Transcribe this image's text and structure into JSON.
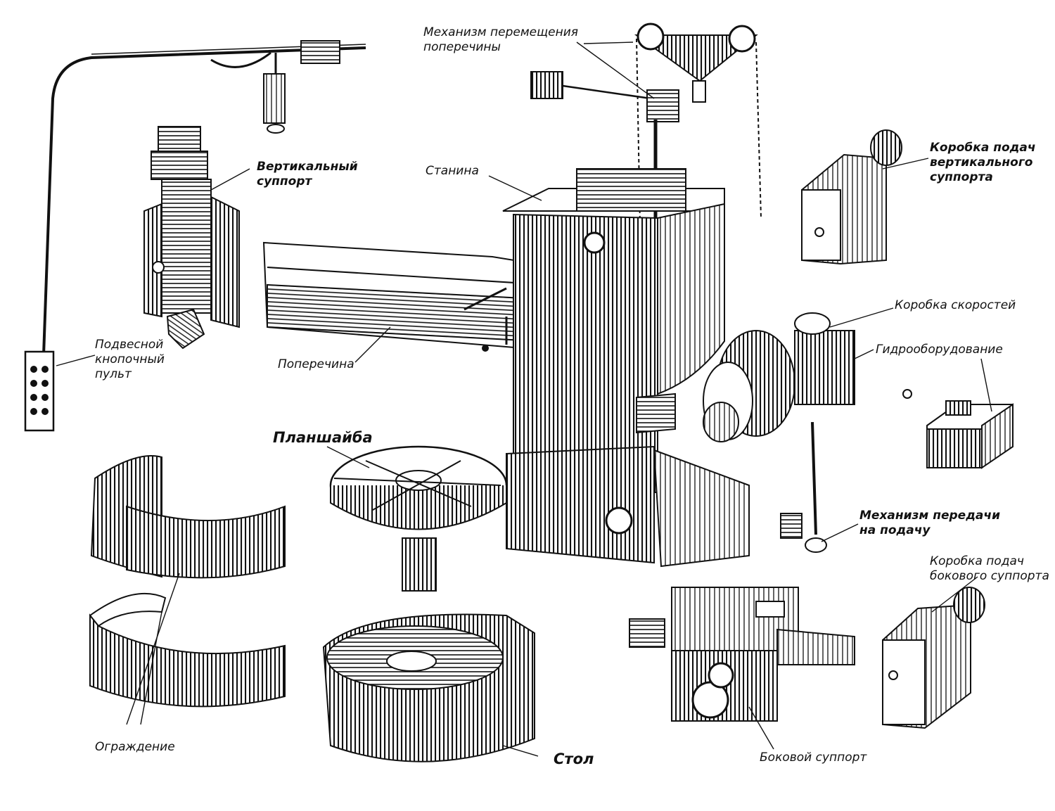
{
  "diagram": {
    "labels": {
      "crossbar_mechanism": [
        "Механизм перемещения",
        "поперечины"
      ],
      "vertical_support": [
        "Вертикальный",
        "суппорт"
      ],
      "bed": "Станина",
      "feed_box_vertical": [
        "Коробка подач",
        "вертикального",
        "суппорта"
      ],
      "pendant_panel": [
        "Подвесной",
        "кнопочный",
        "пульт"
      ],
      "crossbar": "Поперечина",
      "gearbox": "Коробка скоростей",
      "hydraulics": "Гидрооборудование",
      "faceplate": "Планшайба",
      "feed_transmission": [
        "Механизм передачи",
        "на подачу"
      ],
      "feed_box_side": [
        "Коробка подач",
        "бокового суппорта"
      ],
      "guard": "Ограждение",
      "table": "Стол",
      "side_support": "Боковой суппорт"
    }
  }
}
